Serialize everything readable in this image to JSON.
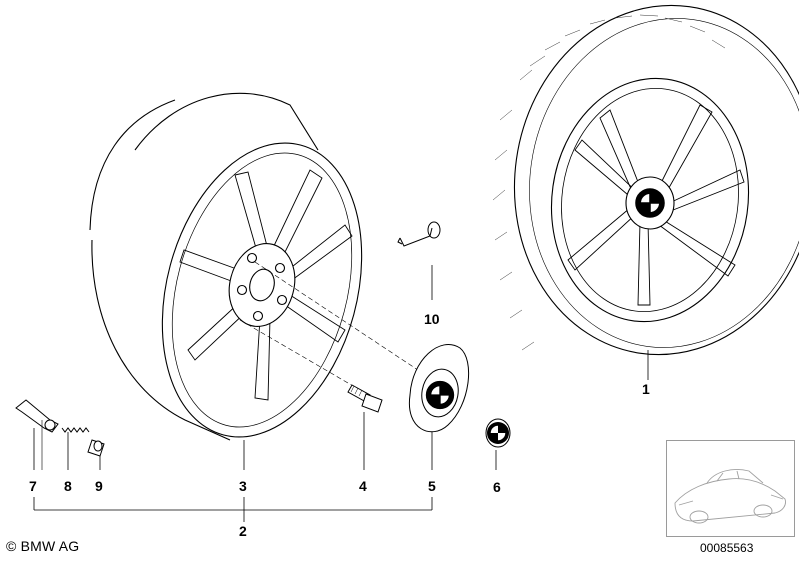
{
  "labels": {
    "p1": "1",
    "p2": "2",
    "p3": "3",
    "p4": "4",
    "p5": "5",
    "p6": "6",
    "p7": "7",
    "p8": "8",
    "p9": "9",
    "p10": "10"
  },
  "copyright": "© BMW AG",
  "document_number": "00085563",
  "colors": {
    "line": "#000000",
    "background": "#ffffff",
    "thumbnail_border": "#9a9a9a",
    "thumbnail_car": "#a0a0a0"
  },
  "icons": [
    "bmw-roundel-icon",
    "car-thumbnail-icon"
  ]
}
